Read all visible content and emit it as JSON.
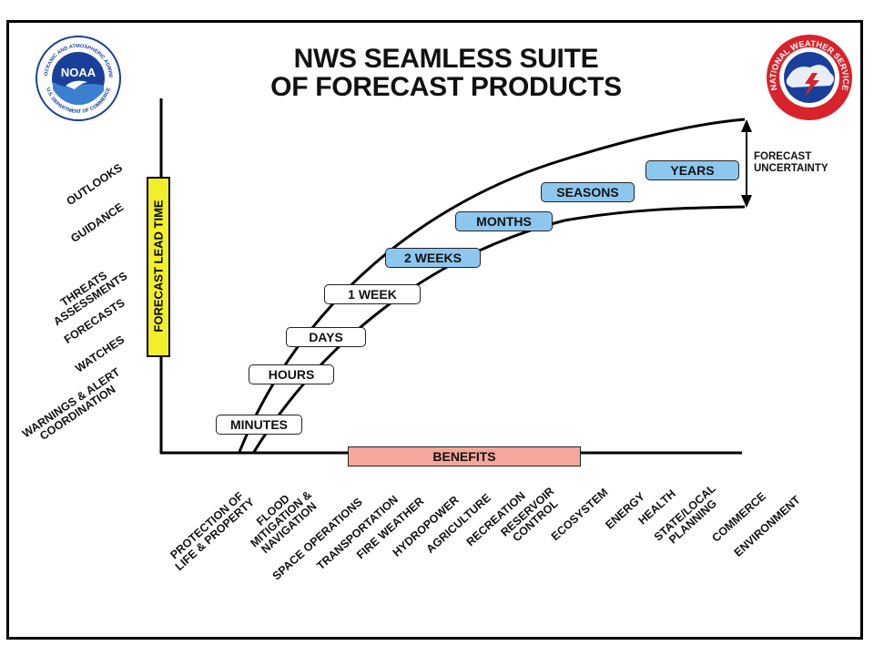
{
  "title": {
    "line1": "NWS SEAMLESS  SUITE",
    "line2": "OF FORECAST PRODUCTS"
  },
  "axis": {
    "y_label": "FORECAST LEAD TIME",
    "x_label": "BENEFITS"
  },
  "products": [
    {
      "line1": "OUTLOOKS",
      "line2": ""
    },
    {
      "line1": "GUIDANCE",
      "line2": ""
    },
    {
      "line1": "THREATS",
      "line2": "ASSESSMENTS"
    },
    {
      "line1": "FORECASTS",
      "line2": ""
    },
    {
      "line1": "WATCHES",
      "line2": ""
    },
    {
      "line1": "WARNINGS & ALERT",
      "line2": "COORDINATION"
    }
  ],
  "lead_times": [
    {
      "label": "MINUTES",
      "style": "white"
    },
    {
      "label": "HOURS",
      "style": "white"
    },
    {
      "label": "DAYS",
      "style": "white"
    },
    {
      "label": "1 WEEK",
      "style": "white"
    },
    {
      "label": "2 WEEKS",
      "style": "blue"
    },
    {
      "label": "MONTHS",
      "style": "blue"
    },
    {
      "label": "SEASONS",
      "style": "blue"
    },
    {
      "label": "YEARS",
      "style": "blue"
    }
  ],
  "uncertainty": {
    "line1": "FORECAST",
    "line2": "UNCERTAINTY"
  },
  "benefits": [
    {
      "line1": "PROTECTION OF",
      "line2": "LIFE & PROPERTY"
    },
    {
      "line1": "FLOOD",
      "line2": "MITIGATION &"
    },
    {
      "line1": "NAVIGATION",
      "line2": ""
    },
    {
      "line1": "SPACE OPERATIONS",
      "line2": ""
    },
    {
      "line1": "TRANSPORTATION",
      "line2": ""
    },
    {
      "line1": "FIRE WEATHER",
      "line2": ""
    },
    {
      "line1": "HYDROPOWER",
      "line2": ""
    },
    {
      "line1": "AGRICULTURE",
      "line2": ""
    },
    {
      "line1": "RECREATION",
      "line2": ""
    },
    {
      "line1": "RESERVOIR",
      "line2": "CONTROL"
    },
    {
      "line1": "ECOSYSTEM",
      "line2": ""
    },
    {
      "line1": "ENERGY",
      "line2": ""
    },
    {
      "line1": "HEALTH",
      "line2": ""
    },
    {
      "line1": "STATE/LOCAL",
      "line2": "PLANNING"
    },
    {
      "line1": "COMMERCE",
      "line2": ""
    },
    {
      "line1": "ENVIRONMENT",
      "line2": ""
    }
  ],
  "logos": {
    "noaa_word": "NOAA",
    "noaa_ring_top": "NATIONAL OCEANIC AND ATMOSPHERIC ADMINISTRATION",
    "noaa_ring_bottom": "U.S. DEPARTMENT OF COMMERCE",
    "nws_ring": "NATIONAL WEATHER SERVICE"
  },
  "colors": {
    "lead_box": "#f1ef2a",
    "blue_pill": "#8ec7ee",
    "benefits_bar": "#f4a79a",
    "noaa_blue": "#1a3f9a",
    "nws_red": "#d8232a"
  }
}
